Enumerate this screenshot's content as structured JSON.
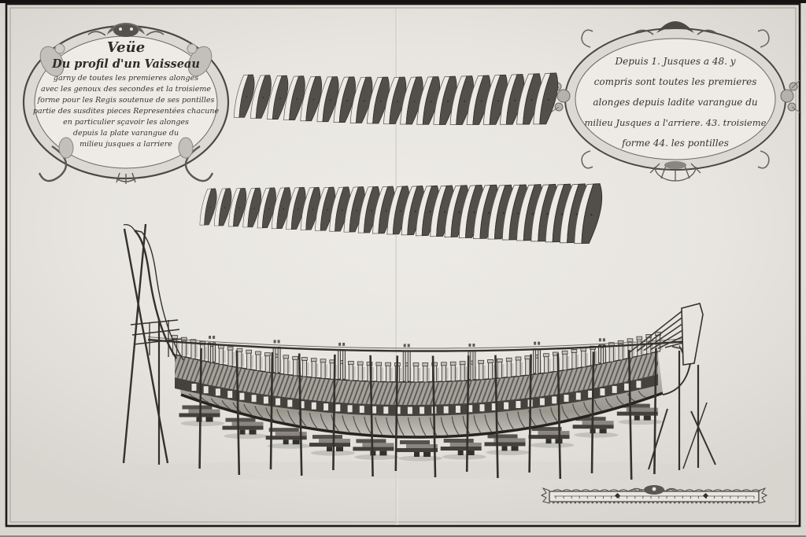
{
  "plate": {
    "paper_color": "#e9e6e1",
    "ink_color": "#2e2c29",
    "title_cartouche": {
      "lines": [
        "Veüe",
        "Du profil d'un Vaisseau",
        "garny de toutes les premieres alonges",
        "avec les genoux des secondes et la troisieme",
        "forme pour les Regis soutenue de ses pontilles",
        "partie des susdites pieces Representées chacune",
        "en particulier sçavoir les alonges",
        "depuis la plate varangue du",
        "milieu jusques a larriere"
      ]
    },
    "legend_cartouche": {
      "lines": [
        "Depuis 1. Jusques a 48. y",
        "compris sont toutes les premieres",
        "alonges depuis ladite varangue du",
        "milieu Jusques a l'arriere. 43. troisieme",
        "forme 44. les pontilles"
      ]
    },
    "illustration": {
      "upper_timber_row_count": 19,
      "lower_timber_row_count": 27,
      "hull_frame_count": 53,
      "rail_post_indices": [
        4,
        11,
        18,
        25,
        32,
        39,
        46
      ],
      "prop_count": 15,
      "keel_block_count": 11,
      "rib_count": 42,
      "dotted_block_count": 38,
      "stern_fan_count": 8,
      "scale_tick_count": 26,
      "scale_scallop_count": 22
    }
  }
}
